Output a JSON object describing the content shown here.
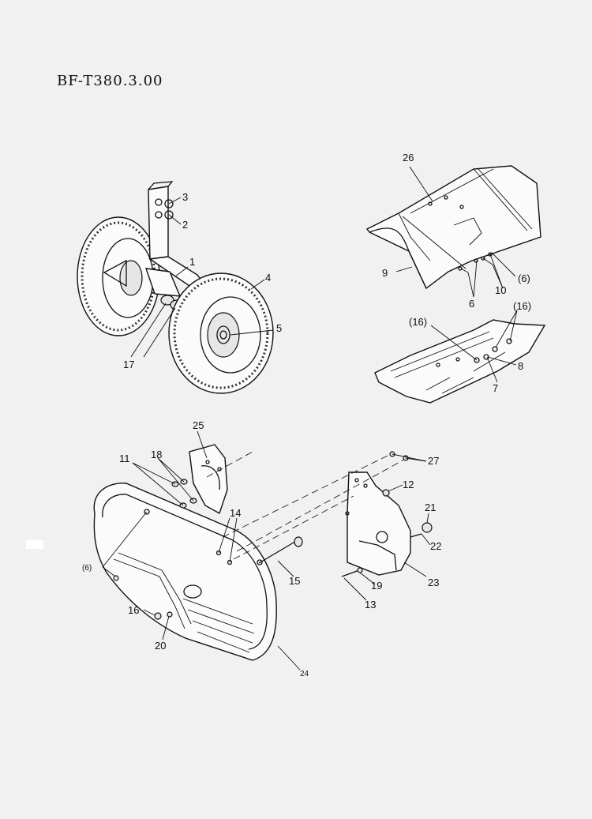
{
  "drawing_code": "BF-T380.3.00",
  "callouts": {
    "c1": "1",
    "c2": "2",
    "c3": "3",
    "c4": "4",
    "c5": "5",
    "c6": "6",
    "c6a": "(6)",
    "c6b": "(6)",
    "c7": "7",
    "c8": "8",
    "c9": "9",
    "c10": "10",
    "c11": "11",
    "c12": "12",
    "c13": "13",
    "c14": "14",
    "c15": "15",
    "c16": "16",
    "c16a": "(16)",
    "c16b": "(16)",
    "c17": "17",
    "c18": "18",
    "c19": "19",
    "c20": "20",
    "c21": "21",
    "c22": "22",
    "c23": "23",
    "c24": "24",
    "c25": "25",
    "c26": "26",
    "c27": "27"
  }
}
